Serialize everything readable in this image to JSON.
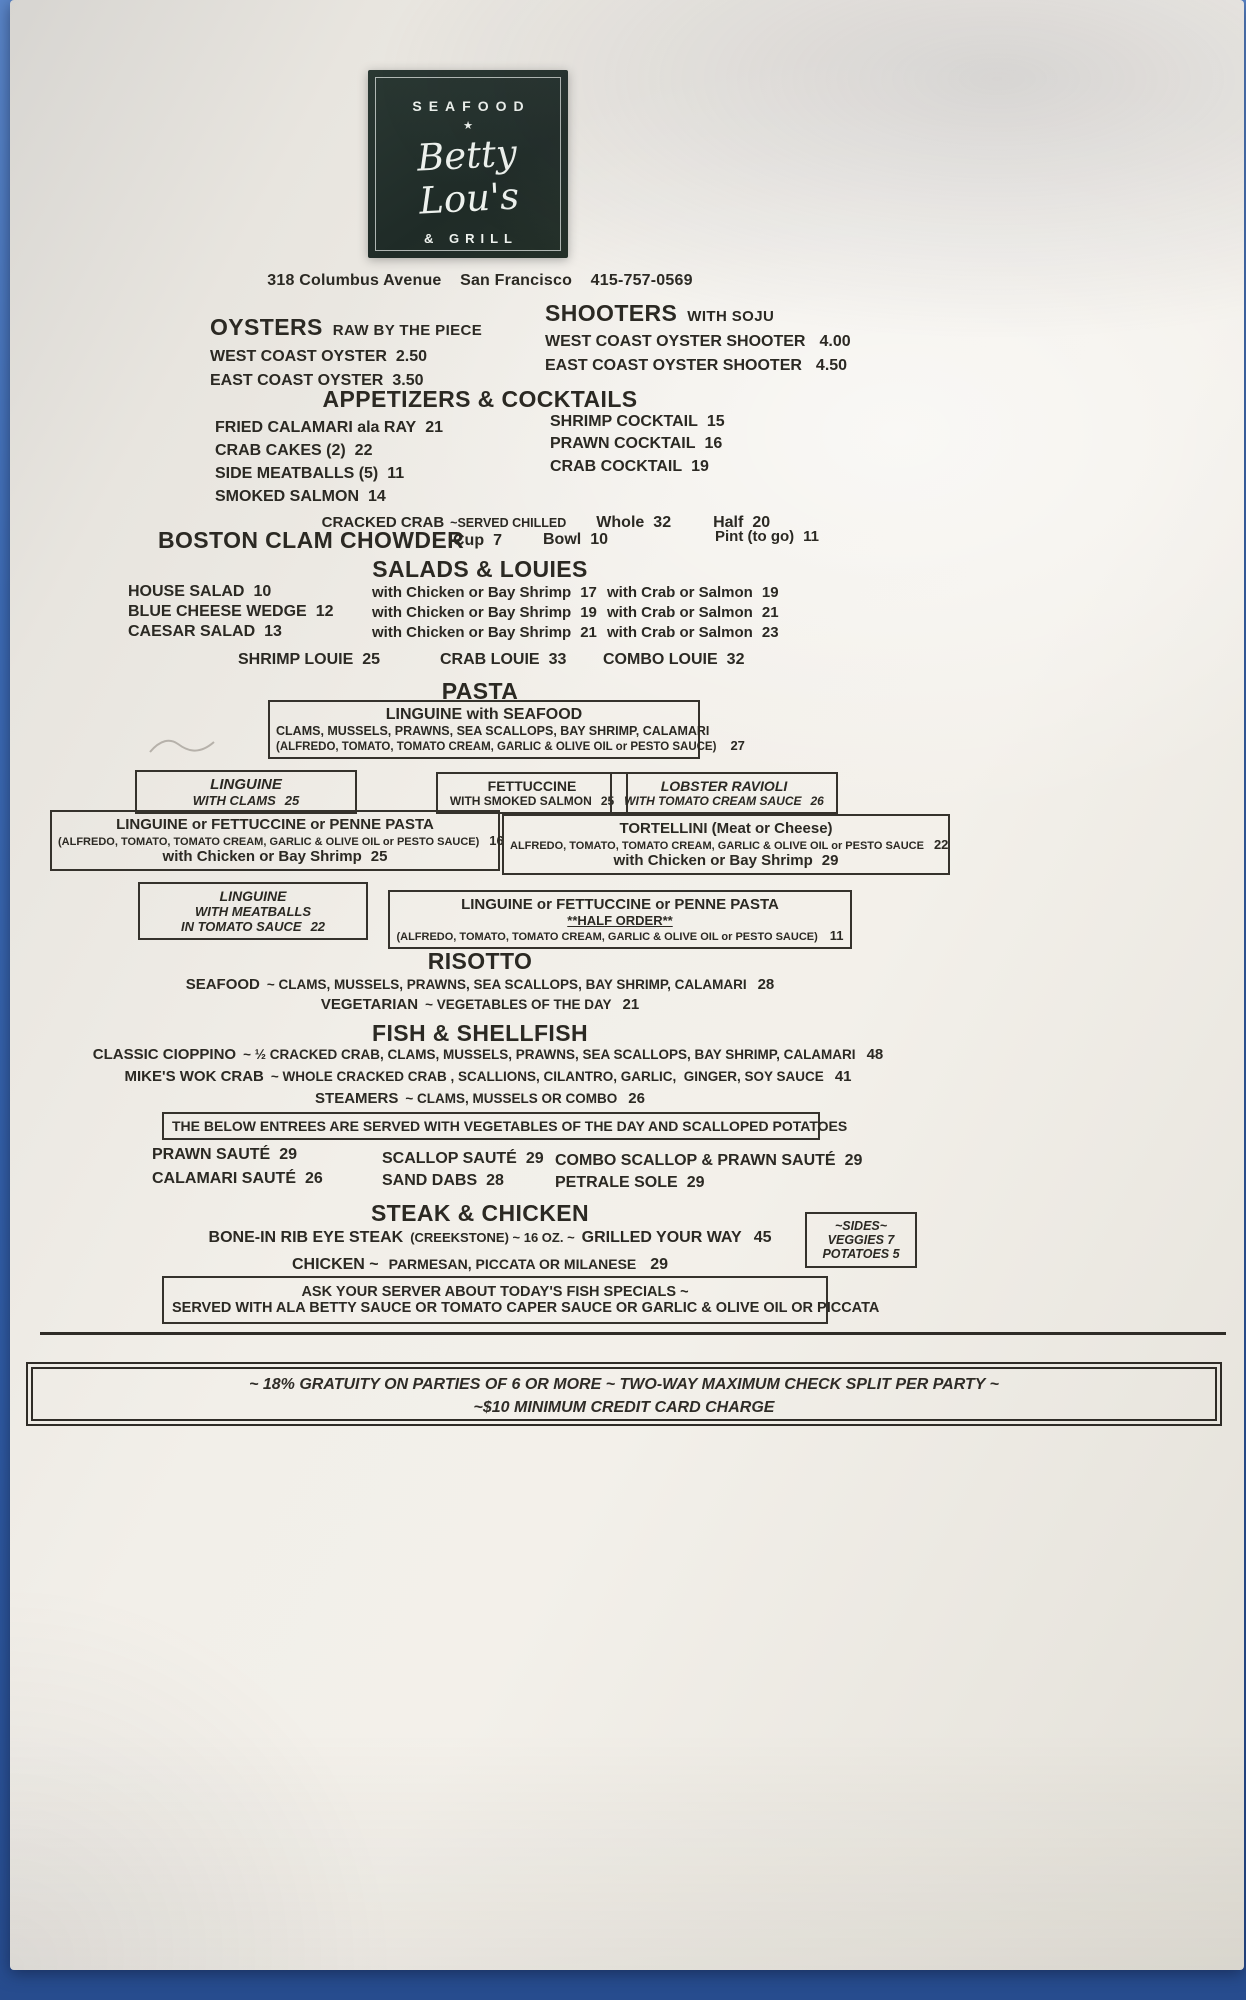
{
  "logo": {
    "top": "SEAFOOD",
    "star": "★",
    "script": "Betty Lou's",
    "bottom": "& GRILL"
  },
  "address": "318 Columbus Avenue    San Francisco    415-757-0569",
  "oysters": {
    "title": "OYSTERS",
    "subtitle": "RAW BY THE PIECE",
    "items": [
      {
        "name": "WEST COAST OYSTER",
        "price": "2.50"
      },
      {
        "name": "EAST COAST OYSTER",
        "price": "3.50"
      }
    ]
  },
  "shooters": {
    "title": "SHOOTERS",
    "subtitle": "WITH SOJU",
    "items": [
      {
        "name": "WEST COAST OYSTER SHOOTER",
        "price": "4.00"
      },
      {
        "name": "EAST COAST OYSTER SHOOTER",
        "price": "4.50"
      }
    ]
  },
  "appetizers": {
    "title": "APPETIZERS & COCKTAILS",
    "left_items": [
      {
        "name": "FRIED CALAMARI ala RAY",
        "price": "21"
      },
      {
        "name": "CRAB CAKES (2)",
        "price": "22"
      },
      {
        "name": "SIDE MEATBALLS (5)",
        "price": "11"
      },
      {
        "name": "SMOKED SALMON",
        "price": "14"
      }
    ],
    "right_items": [
      {
        "name": "SHRIMP COCKTAIL",
        "price": "15"
      },
      {
        "name": "PRAWN COCKTAIL",
        "price": "16"
      },
      {
        "name": "CRAB COCKTAIL",
        "price": "19"
      }
    ],
    "cracked_crab": {
      "name": "CRACKED CRAB",
      "note": "~SERVED CHILLED",
      "whole_label": "Whole",
      "whole_price": "32",
      "half_label": "Half",
      "half_price": "20"
    }
  },
  "chowder": {
    "title": "BOSTON CLAM CHOWDER",
    "cup_label": "Cup",
    "cup_price": "7",
    "bowl_label": "Bowl",
    "bowl_price": "10",
    "pint_label": "Pint (to go)",
    "pint_price": "11"
  },
  "salads": {
    "title": "SALADS & LOUIES",
    "rows": [
      {
        "name": "HOUSE SALAD",
        "price": "10",
        "chicken": "with Chicken or Bay Shrimp",
        "chicken_price": "17",
        "crab": "with Crab or Salmon",
        "crab_price": "19"
      },
      {
        "name": "BLUE CHEESE WEDGE",
        "price": "12",
        "chicken": "with Chicken or Bay Shrimp",
        "chicken_price": "19",
        "crab": "with Crab or Salmon",
        "crab_price": "21"
      },
      {
        "name": "CAESAR SALAD",
        "price": "13",
        "chicken": "with Chicken or Bay Shrimp",
        "chicken_price": "21",
        "crab": "with Crab or Salmon",
        "crab_price": "23"
      }
    ],
    "louies": [
      {
        "name": "SHRIMP LOUIE",
        "price": "25"
      },
      {
        "name": "CRAB LOUIE",
        "price": "33"
      },
      {
        "name": "COMBO LOUIE",
        "price": "32"
      }
    ]
  },
  "pasta": {
    "title": "PASTA",
    "seafood_box": {
      "line1": "LINGUINE with SEAFOOD",
      "line2": "CLAMS, MUSSELS, PRAWNS, SEA SCALLOPS, BAY SHRIMP, CALAMARI",
      "line3": "(ALFREDO, TOMATO, TOMATO CREAM, GARLIC & OLIVE OIL or PESTO SAUCE)",
      "price": "27"
    },
    "clams_box": {
      "line1": "LINGUINE",
      "line2": "WITH CLAMS",
      "price": "25"
    },
    "salmon_box": {
      "line1": "FETTUCCINE",
      "line2": "WITH SMOKED SALMON",
      "price": "25"
    },
    "ravioli_box": {
      "line1": "LOBSTER RAVIOLI",
      "line2": "WITH TOMATO CREAM SAUCE",
      "price": "26"
    },
    "penne_box": {
      "line1": "LINGUINE or FETTUCCINE or PENNE PASTA",
      "line2": "(ALFREDO, TOMATO, TOMATO CREAM, GARLIC & OLIVE OIL or PESTO SAUCE)",
      "line2_price": "16",
      "line3": "with Chicken or Bay Shrimp",
      "line3_price": "25"
    },
    "tortellini_box": {
      "line1": "TORTELLINI (Meat or Cheese)",
      "line2": "ALFREDO, TOMATO, TOMATO CREAM, GARLIC & OLIVE OIL or PESTO SAUCE",
      "line2_price": "22",
      "line3": "with Chicken or Bay Shrimp",
      "line3_price": "29"
    },
    "meatballs_box": {
      "line1": "LINGUINE",
      "line2": "WITH MEATBALLS",
      "line3": "IN TOMATO SAUCE",
      "price": "22"
    },
    "half_order_box": {
      "line1": "LINGUINE or FETTUCCINE or PENNE PASTA",
      "line2": "**HALF ORDER**",
      "line3": "(ALFREDO, TOMATO, TOMATO CREAM, GARLIC & OLIVE OIL or PESTO SAUCE)",
      "price": "11"
    }
  },
  "risotto": {
    "title": "RISOTTO",
    "items": [
      {
        "name": "SEAFOOD",
        "desc": "~ CLAMS, MUSSELS, PRAWNS, SEA SCALLOPS, BAY SHRIMP, CALAMARI",
        "price": "28"
      },
      {
        "name": "VEGETARIAN",
        "desc": "~ VEGETABLES OF THE DAY",
        "price": "21"
      }
    ]
  },
  "fish": {
    "title": "FISH & SHELLFISH",
    "items": [
      {
        "name": "CLASSIC CIOPPINO",
        "desc": "~ ½ CRACKED CRAB, CLAMS, MUSSELS, PRAWNS, SEA SCALLOPS, BAY SHRIMP, CALAMARI",
        "price": "48"
      },
      {
        "name": "MIKE'S WOK CRAB",
        "desc": "~ WHOLE CRACKED CRAB , SCALLIONS, CILANTRO, GARLIC,  GINGER, SOY SAUCE",
        "price": "41"
      },
      {
        "name": "STEAMERS",
        "desc": "~ CLAMS, MUSSELS OR COMBO",
        "price": "26"
      }
    ],
    "notice": "THE BELOW ENTREES ARE SERVED WITH VEGETABLES OF THE DAY AND SCALLOPED POTATOES",
    "entrees": {
      "col1": [
        {
          "name": "PRAWN SAUTÉ",
          "price": "29"
        },
        {
          "name": "CALAMARI SAUTÉ",
          "price": "26"
        }
      ],
      "col2": [
        {
          "name": "SCALLOP SAUTÉ",
          "price": "29"
        },
        {
          "name": "SAND DABS",
          "price": "28"
        }
      ],
      "col3": [
        {
          "name": "COMBO SCALLOP & PRAWN SAUTÉ",
          "price": "29"
        },
        {
          "name": "PETRALE SOLE",
          "price": "29"
        }
      ]
    }
  },
  "steak": {
    "title": "STEAK & CHICKEN",
    "ribeye": {
      "part1": "BONE-IN RIB EYE STEAK",
      "part2": "(CREEKSTONE) ~ 16 OZ. ~",
      "part3": "GRILLED YOUR WAY",
      "price": "45"
    },
    "chicken": {
      "part1": "CHICKEN ~",
      "part2": "PARMESAN, PICCATA OR MILANESE",
      "price": "29"
    },
    "sides_box": {
      "title": "~SIDES~",
      "line1": "VEGGIES 7",
      "line2": "POTATOES 5"
    },
    "specials_box": {
      "line1": "ASK YOUR SERVER ABOUT TODAY'S FISH SPECIALS ~",
      "line2": "SERVED WITH ALA BETTY SAUCE OR TOMATO CAPER SAUCE OR GARLIC & OLIVE OIL OR PICCATA"
    }
  },
  "footer": {
    "line1": "~ 18% GRATUITY ON PARTIES OF 6 OR MORE ~ TWO-WAY MAXIMUM CHECK SPLIT PER PARTY ~",
    "line2": "~$10 MINIMUM CREDIT CARD CHARGE"
  }
}
